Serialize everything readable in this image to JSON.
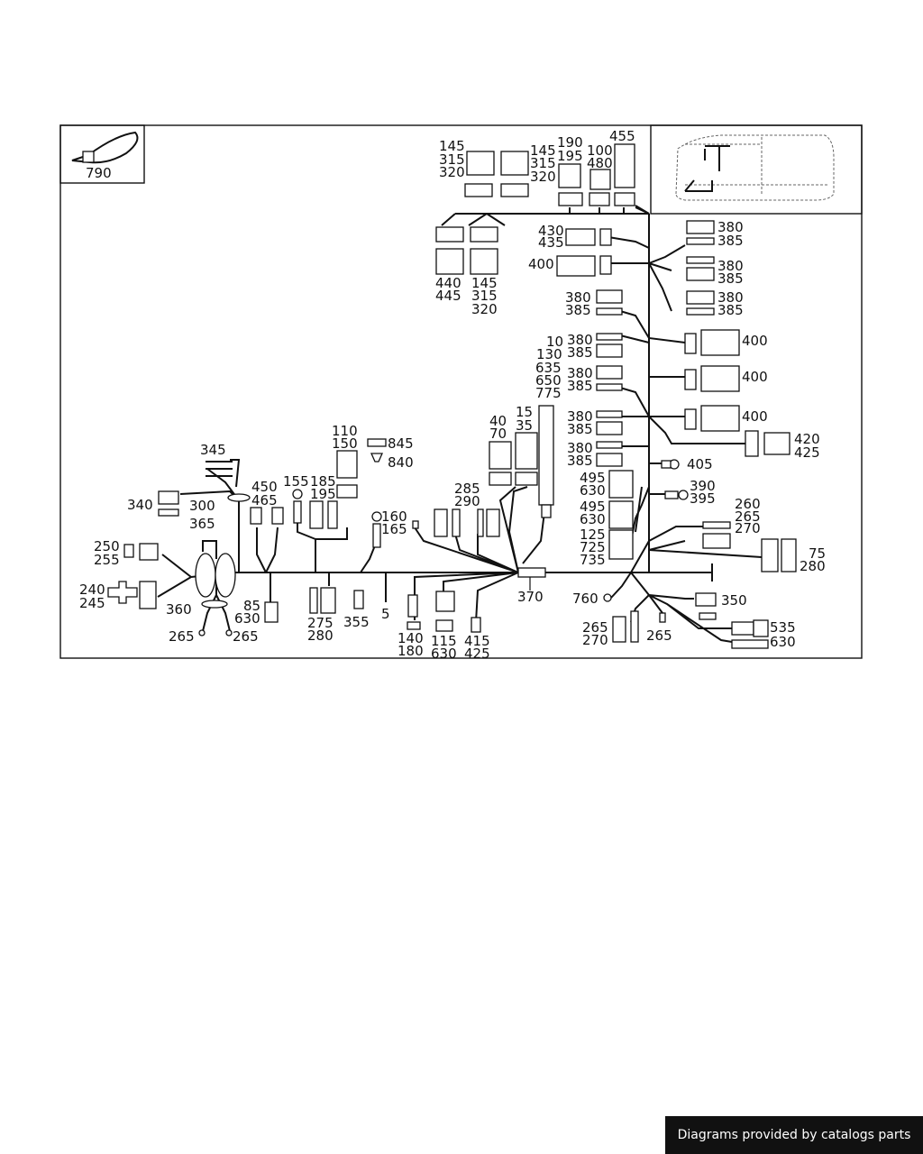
{
  "credit": "Diagrams provided by catalogs parts",
  "inset_label": "790",
  "labels": {
    "l145a": "145",
    "l315a": "315",
    "l320a": "320",
    "l145b": "145",
    "l315b": "315",
    "l320b": "320",
    "l190": "190",
    "l195a": "195",
    "l100": "100",
    "l480": "480",
    "l455": "455",
    "l430": "430",
    "l435": "435",
    "l400a": "400",
    "l440": "440",
    "l445": "445",
    "l145c": "145",
    "l315c": "315",
    "l320c": "320",
    "l380a": "380",
    "l385a": "385",
    "l380b": "380",
    "l385b": "385",
    "l380c": "380",
    "l385c": "385",
    "l380d": "380",
    "l385d": "385",
    "l10": "10",
    "l130": "130",
    "l380e": "380",
    "l385e": "385",
    "l635": "635",
    "l650": "650",
    "l775": "775",
    "l380f": "380",
    "l385f": "385",
    "l400b": "400",
    "l400c": "400",
    "l400d": "400",
    "l380g": "380",
    "l385g": "385",
    "l380h": "380",
    "l385h": "385",
    "l420": "420",
    "l425a": "425",
    "l15": "15",
    "l35": "35",
    "l40": "40",
    "l70": "70",
    "l495a": "495",
    "l630a": "630",
    "l405": "405",
    "l390": "390",
    "l395": "395",
    "l495b": "495",
    "l630b": "630",
    "l125": "125",
    "l725": "725",
    "l735": "735",
    "l260": "260",
    "l265a": "265",
    "l270a": "270",
    "l75": "75",
    "l280a": "280",
    "l345": "345",
    "l110": "110",
    "l150": "150",
    "l845": "845",
    "l840": "840",
    "l155": "155",
    "l185": "185",
    "l195b": "195",
    "l450": "450",
    "l465": "465",
    "l340": "340",
    "l300": "300",
    "l365": "365",
    "l160": "160",
    "l165": "165",
    "l285": "285",
    "l290": "290",
    "l250": "250",
    "l255": "255",
    "l240": "240",
    "l245": "245",
    "l360": "360",
    "l265b": "265",
    "l265c": "265",
    "l85": "85",
    "l630c": "630",
    "l275": "275",
    "l280b": "280",
    "l355": "355",
    "l5": "5",
    "l140": "140",
    "l180": "180",
    "l115": "115",
    "l630d": "630",
    "l415": "415",
    "l425b": "425",
    "l370": "370",
    "l760": "760",
    "l350": "350",
    "l265d": "265",
    "l270b": "270",
    "l265e": "265",
    "l535": "535",
    "l630e": "630"
  }
}
